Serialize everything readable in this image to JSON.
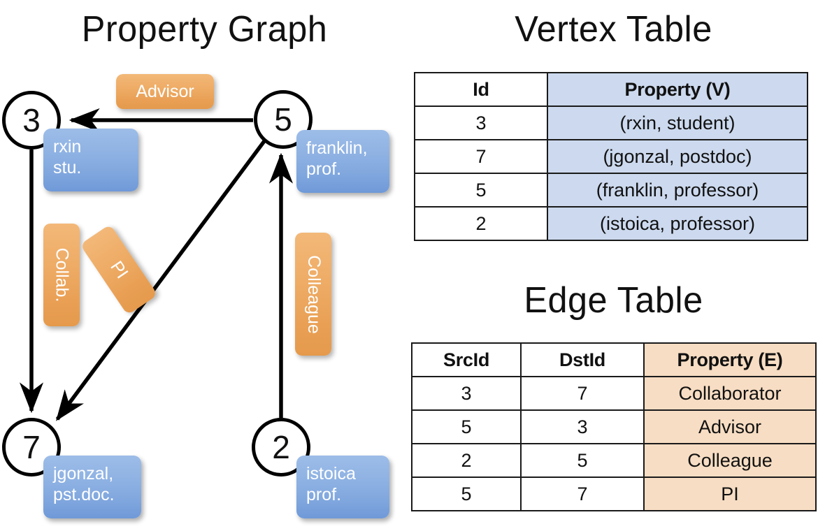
{
  "titles": {
    "property_graph": "Property Graph",
    "vertex_table": "Vertex Table",
    "edge_table": "Edge Table"
  },
  "graph": {
    "vertices": [
      {
        "id": "3",
        "property_label": "rxin\nstu.",
        "line1": "rxin",
        "line2": "stu."
      },
      {
        "id": "5",
        "property_label": "franklin, prof.",
        "line1": "franklin,",
        "line2": "prof."
      },
      {
        "id": "7",
        "property_label": "jgonzal, pst.doc.",
        "line1": "jgonzal,",
        "line2": "pst.doc."
      },
      {
        "id": "2",
        "property_label": "istoica prof.",
        "line1": "istoica",
        "line2": "prof."
      }
    ],
    "edges": [
      {
        "src": "5",
        "dst": "3",
        "label": "Advisor"
      },
      {
        "src": "3",
        "dst": "7",
        "label": "Collab."
      },
      {
        "src": "5",
        "dst": "7",
        "label": "PI"
      },
      {
        "src": "2",
        "dst": "5",
        "label": "Colleague"
      }
    ]
  },
  "vertex_table": {
    "headers": [
      "Id",
      "Property (V)"
    ],
    "rows": [
      {
        "id": "3",
        "property": "(rxin, student)"
      },
      {
        "id": "7",
        "property": "(jgonzal, postdoc)"
      },
      {
        "id": "5",
        "property": "(franklin, professor)"
      },
      {
        "id": "2",
        "property": "(istoica, professor)"
      }
    ]
  },
  "edge_table": {
    "headers": [
      "SrcId",
      "DstId",
      "Property (E)"
    ],
    "rows": [
      {
        "src": "3",
        "dst": "7",
        "property": "Collaborator"
      },
      {
        "src": "5",
        "dst": "3",
        "property": "Advisor"
      },
      {
        "src": "2",
        "dst": "5",
        "property": "Colleague"
      },
      {
        "src": "5",
        "dst": "7",
        "property": "PI"
      }
    ]
  },
  "colors": {
    "vertex_fill": "#ccd9ee",
    "edge_fill": "#f7ddc3",
    "node_box_blue": "#8cb0e2",
    "edge_label_orange": "#eeac66",
    "stroke": "#000000"
  }
}
